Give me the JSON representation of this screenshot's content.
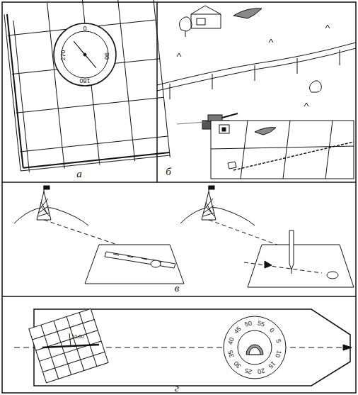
{
  "diagram": {
    "labels": [
      "0",
      "90",
      "180",
      "270",
      "а",
      "б",
      "в",
      "г",
      "10,00",
      "0",
      "5",
      "10",
      "15",
      "20",
      "25",
      "30",
      "35",
      "40",
      "45",
      "50",
      "55"
    ]
  }
}
